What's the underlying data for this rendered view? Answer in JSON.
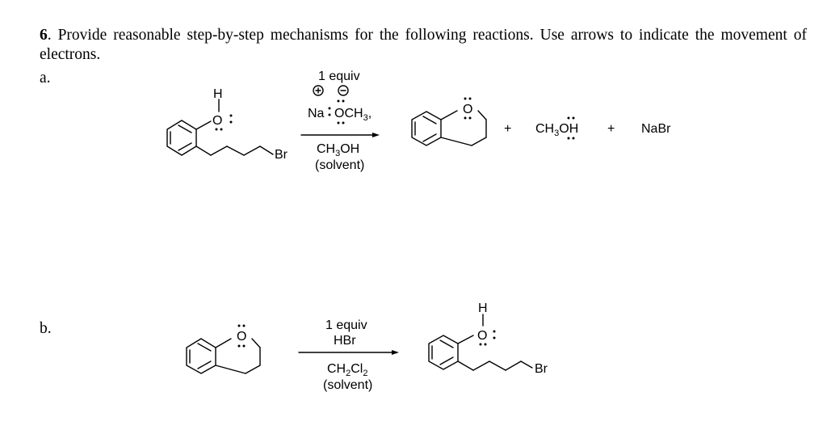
{
  "question": {
    "number": "6",
    "text": ". Provide reasonable step-by-step mechanisms for the following reactions. Use arrows to indicate the movement of electrons."
  },
  "part_a": {
    "label": "a.",
    "reactant_oh_h": "H",
    "reactant_o": "O",
    "reactant_br": "Br",
    "reagent_equiv": "1 equiv",
    "reagent_na": "Na",
    "reagent_methoxide": "OCH",
    "reagent_methoxide_sub": "3",
    "reagent_comma": ",",
    "solvent_formula": "CH",
    "solvent_formula_sub": "3",
    "solvent_formula_end": "OH",
    "solvent_label": "(solvent)",
    "product_o": "O",
    "plus1": "+",
    "byproduct_methanol": "CH",
    "byproduct_methanol_sub": "3",
    "byproduct_methanol_o": "O",
    "byproduct_methanol_h": "H",
    "plus2": "+",
    "byproduct_salt": "NaBr"
  },
  "part_b": {
    "label": "b.",
    "reactant_o": "O",
    "reagent_equiv": "1 equiv",
    "reagent_acid": "HBr",
    "solvent_formula": "CH",
    "solvent_formula_sub": "2",
    "solvent_formula_mid": "Cl",
    "solvent_formula_sub2": "2",
    "solvent_label": "(solvent)",
    "product_oh_h": "H",
    "product_o": "O",
    "product_br": "Br"
  }
}
